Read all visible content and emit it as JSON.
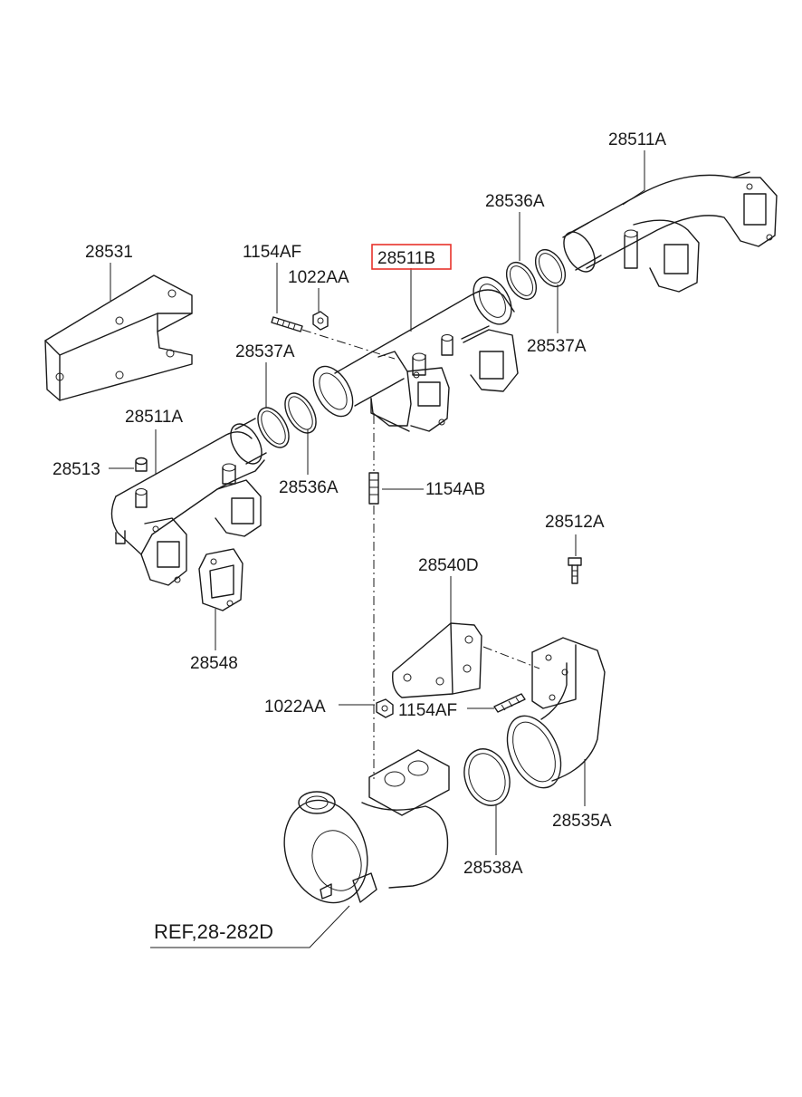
{
  "labels": {
    "p28511A_top": "28511A",
    "p28536A_top": "28536A",
    "p28531": "28531",
    "p1154AF_top": "1154AF",
    "p28511B": "28511B",
    "p1022AA_top": "1022AA",
    "p28537A_left": "28537A",
    "p28537A_right": "28537A",
    "p28511A_left": "28511A",
    "p28513": "28513",
    "p28536A_left": "28536A",
    "p1154AB": "1154AB",
    "p28512A": "28512A",
    "p28540D": "28540D",
    "p28548": "28548",
    "p1022AA_bottom": "1022AA",
    "p1154AF_bottom": "1154AF",
    "p28535A": "28535A",
    "p28538A": "28538A",
    "ref": "REF,28-282D"
  },
  "highlight": {
    "part": "28511B",
    "color": "#e8322b"
  },
  "line_color": "#1a1a1a"
}
